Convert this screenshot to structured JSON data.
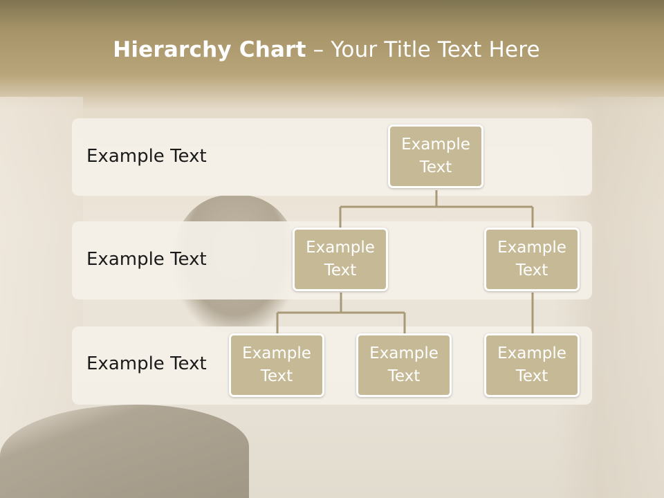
{
  "slide": {
    "title_bold": "Hierarchy Chart",
    "title_rest": " – Your Title Text Here"
  },
  "rows": [
    {
      "label": "Example Text"
    },
    {
      "label": "Example Text"
    },
    {
      "label": "Example Text"
    }
  ],
  "nodes": {
    "root": "Example Text",
    "level2_left": "Example Text",
    "level2_right": "Example Text",
    "level3_a": "Example Text",
    "level3_b": "Example Text",
    "level3_c": "Example Text"
  },
  "colors": {
    "node_fill": "#c6b995",
    "connector": "#a89a77",
    "band": "#f4f0e8"
  }
}
